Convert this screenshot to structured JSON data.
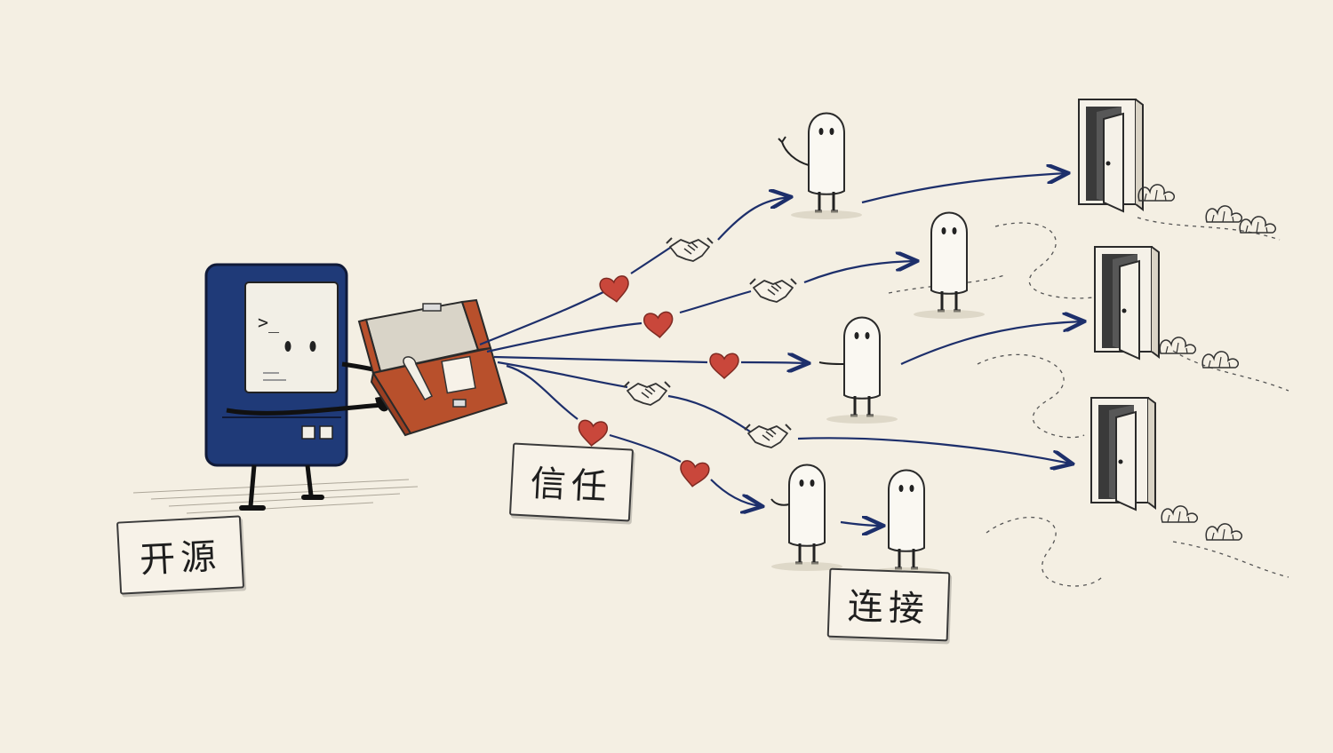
{
  "labels": {
    "open_source": "开源",
    "trust": "信任",
    "connect": "连接"
  },
  "colors": {
    "background": "#f4efe3",
    "computer_blue": "#1f3a78",
    "toolbox_red": "#b8502c",
    "heart_red": "#c9473b",
    "arrow_navy": "#1d2f6b",
    "ink": "#222222"
  },
  "icons": {
    "computer": "computer-character-icon",
    "toolbox": "toolbox-icon",
    "heart": "heart-icon",
    "handshake": "handshake-icon",
    "ghost": "ghost-person-icon",
    "door": "open-door-icon"
  }
}
